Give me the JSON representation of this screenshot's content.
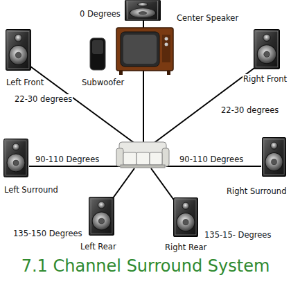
{
  "diagram": {
    "title": "7.1 Channel Surround System",
    "nodes": [
      {
        "text": [
          "Center Speaker"
        ]
      },
      {
        "text": [
          "Left Front"
        ]
      },
      {
        "text": [
          "Subwoofer"
        ]
      },
      {
        "text": [
          "Right Front"
        ]
      },
      {
        "text": [
          "Left Surround"
        ]
      },
      {
        "text": [
          "Right Surround"
        ]
      },
      {
        "text": [
          "Left Rear"
        ]
      },
      {
        "text": [
          "Right Rear"
        ]
      }
    ],
    "labels": [
      "0 Degrees",
      "22-30 degrees",
      "22-30 degrees",
      "90-110 Degrees",
      "90-110 Degrees",
      "135-150 Degrees",
      "135-15- Degrees"
    ]
  }
}
